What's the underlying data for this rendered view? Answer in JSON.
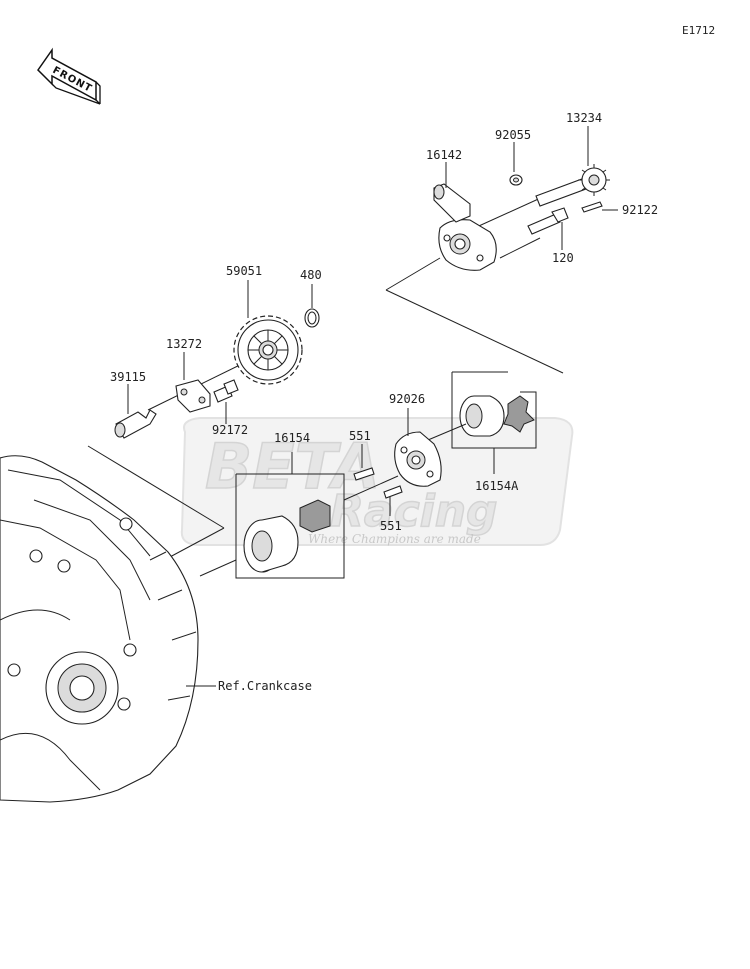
{
  "diagram_code": "E1712",
  "front_arrow": {
    "label": "FRONT",
    "icon": "front-arrow-icon"
  },
  "parts": [
    {
      "id": "p59051",
      "number": "59051"
    },
    {
      "id": "p480",
      "number": "480"
    },
    {
      "id": "p13272",
      "number": "13272"
    },
    {
      "id": "p39115",
      "number": "39115"
    },
    {
      "id": "p92172",
      "number": "92172"
    },
    {
      "id": "p16154",
      "number": "16154"
    },
    {
      "id": "p551a",
      "number": "551"
    },
    {
      "id": "p551b",
      "number": "551"
    },
    {
      "id": "p92026",
      "number": "92026"
    },
    {
      "id": "p16154A",
      "number": "16154A"
    },
    {
      "id": "p16142",
      "number": "16142"
    },
    {
      "id": "p92055",
      "number": "92055"
    },
    {
      "id": "p13234",
      "number": "13234"
    },
    {
      "id": "p92122",
      "number": "92122"
    },
    {
      "id": "p120",
      "number": "120"
    }
  ],
  "reference": {
    "label": "Ref.Crankcase"
  },
  "watermark": {
    "brand_top": "BETA",
    "brand_bottom": "Racing",
    "tagline": "Where Champions are made"
  }
}
